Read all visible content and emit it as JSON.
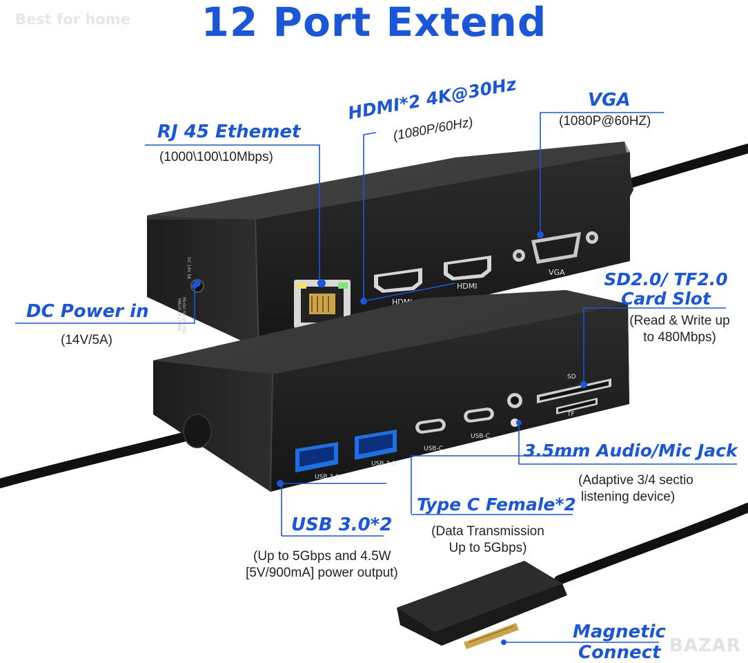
{
  "watermark": "Best for home",
  "brand_mark": "BAZAR",
  "title": "12 Port Extend",
  "callouts": {
    "rj45": {
      "label": "RJ 45  Ethemet",
      "detail": "(1000\\100\\10Mbps)"
    },
    "hdmi": {
      "label": "HDMI*2  4K@30Hz",
      "detail": "(1080P/60Hz)"
    },
    "vga": {
      "label": "VGA",
      "detail": "(1080P@60HZ)"
    },
    "dc": {
      "label": "DC Power in",
      "detail": "(14V/5A)"
    },
    "sd": {
      "label_line1": "SD2.0/ TF2.0",
      "label_line2": "Card Slot",
      "detail_line1": "(Read & Write up",
      "detail_line2": "to 480Mbps)"
    },
    "audio": {
      "label": "3.5mm Audio/Mic Jack",
      "detail_line1": "(Adaptive 3/4 sectio",
      "detail_line2": "listening device)"
    },
    "typec": {
      "label": "Type C Female*2",
      "detail_line1": "(Data Transmission",
      "detail_line2": "Up to 5Gbps)"
    },
    "usb": {
      "label": "USB 3.0*2",
      "detail_line1": "(Up to 5Gbps and 4.5W",
      "detail_line2": "[5V/900mA] power output)"
    },
    "magnetic": {
      "label_line1": "Magnetic",
      "label_line2": "Connect"
    }
  },
  "device_markings": {
    "hdmi1": "HDMI",
    "hdmi2": "HDMI",
    "vga": "VGA",
    "sd": "SD",
    "tf": "TF",
    "usbc1": "USB-C",
    "usbc2": "USB-C",
    "usb1": "USB 3.0",
    "usb2": "USB 3.0",
    "dc_line1": "DC 14V 5A",
    "dc_line2": "Model No.SHL-T01",
    "dc_line3": "MADE IN CHINA"
  },
  "colors": {
    "accent": "#1a56d6",
    "device_body": "#2b2b2b",
    "port_blue": "#1e6fe0"
  }
}
